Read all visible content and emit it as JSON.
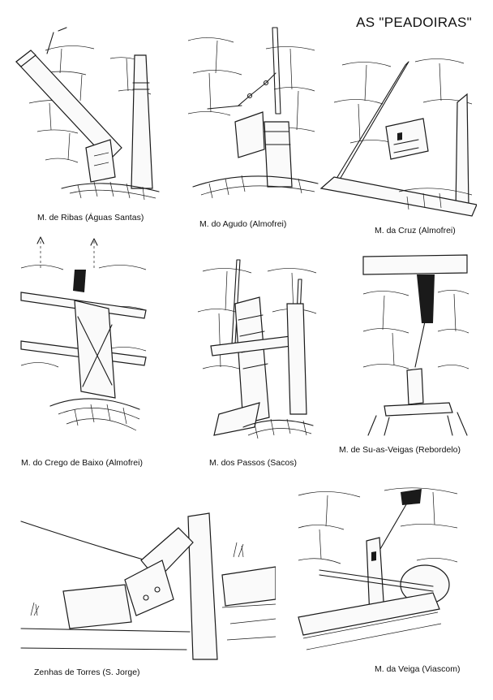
{
  "title": "AS \"PEADOIRAS\"",
  "captions": [
    "M. de Ribas (Águas Santas)",
    "M. do Agudo (Almofrei)",
    "M. da Cruz (Almofrei)",
    "M. do Crego de Baixo (Almofrei)",
    "M. dos Passos (Sacos)",
    "M. de Su-as-Veigas (Rebordelo)",
    "Zenhas de Torres (S. Jorge)",
    "M. da Veiga (Viascom)"
  ]
}
